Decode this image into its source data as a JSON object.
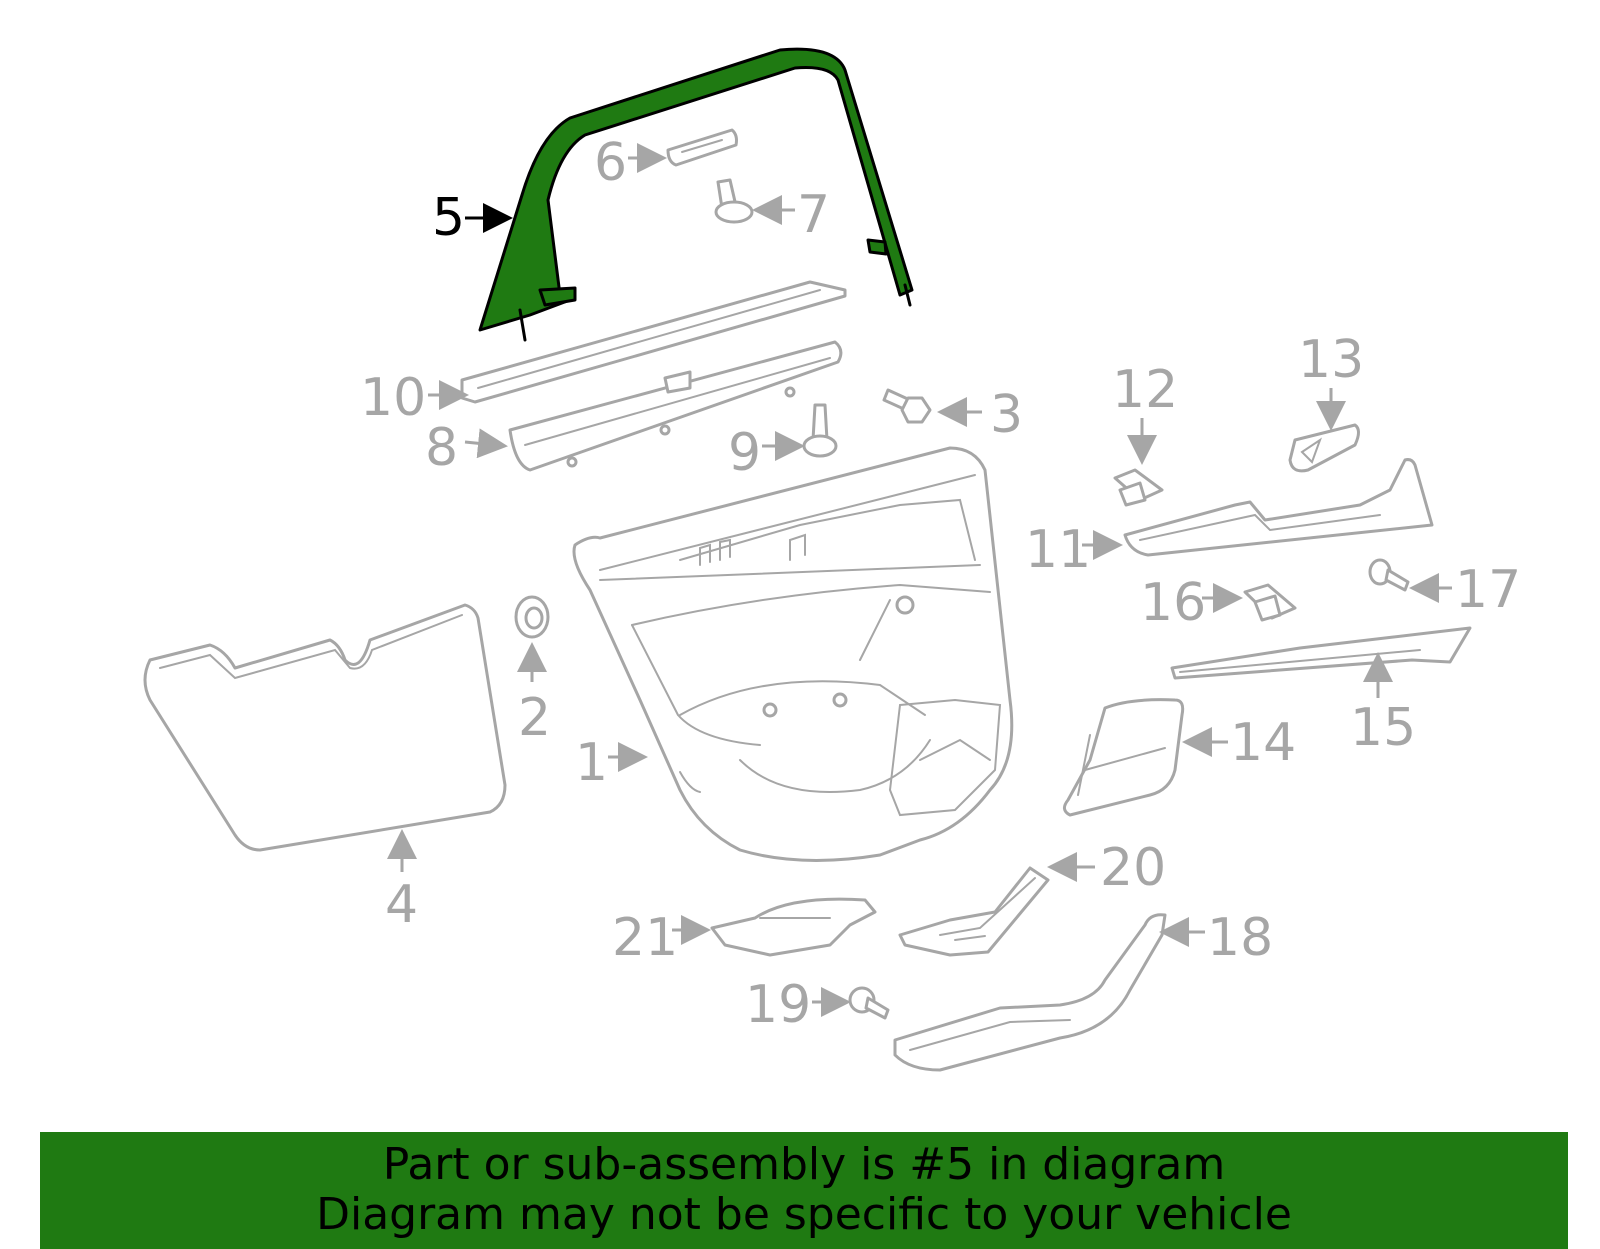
{
  "colors": {
    "highlight": "#1f7a12",
    "parts": "#a6a6a6",
    "banner": "#1f7a12",
    "text": "#000000"
  },
  "callouts": {
    "c1": "1",
    "c2": "2",
    "c3": "3",
    "c4": "4",
    "c5": "5",
    "c6": "6",
    "c7": "7",
    "c8": "8",
    "c9": "9",
    "c10": "10",
    "c11": "11",
    "c12": "12",
    "c13": "13",
    "c14": "14",
    "c15": "15",
    "c16": "16",
    "c17": "17",
    "c18": "18",
    "c19": "19",
    "c20": "20",
    "c21": "21"
  },
  "highlighted_part": "5",
  "banner": {
    "line1": "Part or sub-assembly is #5 in diagram",
    "line2": "Diagram may not be specific to your vehicle"
  }
}
